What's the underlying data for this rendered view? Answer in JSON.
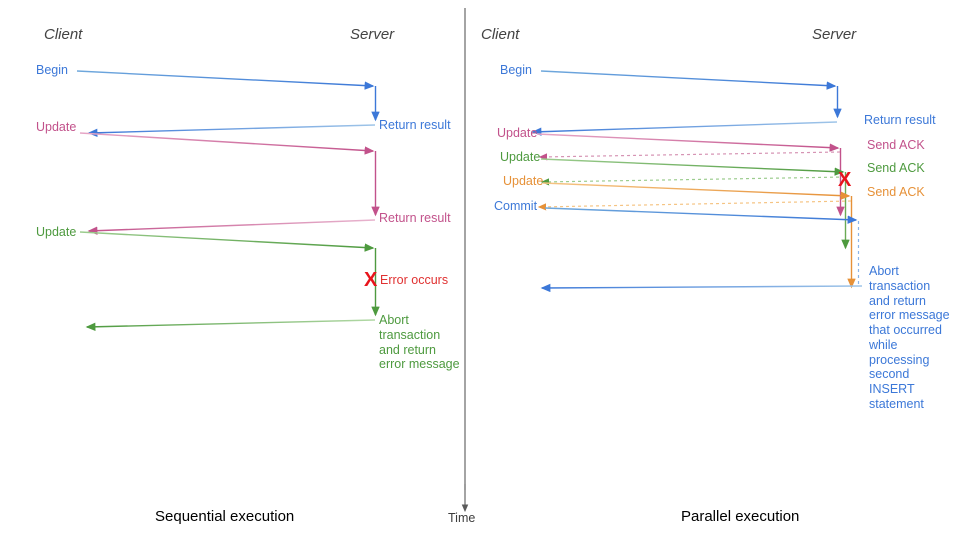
{
  "diagram": {
    "title_left": "Sequential execution",
    "title_right": "Parallel execution",
    "time_axis_label": "Time",
    "colors": {
      "blue": "#3c78d8",
      "pink": "#c2528b",
      "green": "#4e9a3f",
      "orange": "#e69138",
      "red": "#e8141c",
      "actor_text": "#434343",
      "divider": "#666666",
      "background": "#ffffff"
    }
  },
  "left_panel": {
    "actors": {
      "client": "Client",
      "server": "Server"
    },
    "messages": [
      {
        "label": "Begin",
        "color": "blue",
        "side": "client"
      },
      {
        "label": "Return result",
        "color": "blue",
        "side": "server"
      },
      {
        "label": "Update",
        "color": "pink",
        "side": "client"
      },
      {
        "label": "Return result",
        "color": "pink",
        "side": "server"
      },
      {
        "label": "Update",
        "color": "green",
        "side": "client"
      },
      {
        "label": "Error occurs",
        "color": "red",
        "side": "server"
      },
      {
        "label": "Abort\ntransaction\nand return\nerror message",
        "color": "green",
        "side": "server"
      }
    ],
    "error_marker": "X"
  },
  "right_panel": {
    "actors": {
      "client": "Client",
      "server": "Server"
    },
    "messages": [
      {
        "label": "Begin",
        "color": "blue",
        "side": "client"
      },
      {
        "label": "Return result",
        "color": "blue",
        "side": "server"
      },
      {
        "label": "Update",
        "color": "pink",
        "side": "client"
      },
      {
        "label": "Send ACK",
        "color": "pink",
        "side": "server"
      },
      {
        "label": "Update",
        "color": "green",
        "side": "client"
      },
      {
        "label": "Send ACK",
        "color": "green",
        "side": "server"
      },
      {
        "label": "Update",
        "color": "orange",
        "side": "client"
      },
      {
        "label": "Send ACK",
        "color": "orange",
        "side": "server"
      },
      {
        "label": "Commit",
        "color": "blue",
        "side": "client"
      },
      {
        "label": "Abort\ntransaction\nand return\nerror message\nthat occurred\nwhile\nprocessing\nsecond\nINSERT\nstatement",
        "color": "blue",
        "side": "server"
      }
    ],
    "error_marker": "X"
  },
  "labels": {
    "left_client": "Client",
    "left_server": "Server",
    "right_client": "Client",
    "right_server": "Server",
    "l_begin": "Begin",
    "l_update1": "Update",
    "l_update2": "Update",
    "l_return1": "Return result",
    "l_return2": "Return result",
    "l_error": "Error occurs",
    "l_abort": "Abort\ntransaction\nand return\nerror message",
    "r_begin": "Begin",
    "r_update1": "Update",
    "r_update2": "Update",
    "r_update3": "Update",
    "r_commit": "Commit",
    "r_return": "Return result",
    "r_ack1": "Send ACK",
    "r_ack2": "Send ACK",
    "r_ack3": "Send ACK",
    "r_abort": "Abort\ntransaction\nand return\nerror message\nthat occurred\nwhile\nprocessing\nsecond\nINSERT\nstatement",
    "x_left": "X",
    "x_right": "X",
    "seq_caption": "Sequential execution",
    "par_caption": "Parallel execution",
    "time": "Time"
  }
}
